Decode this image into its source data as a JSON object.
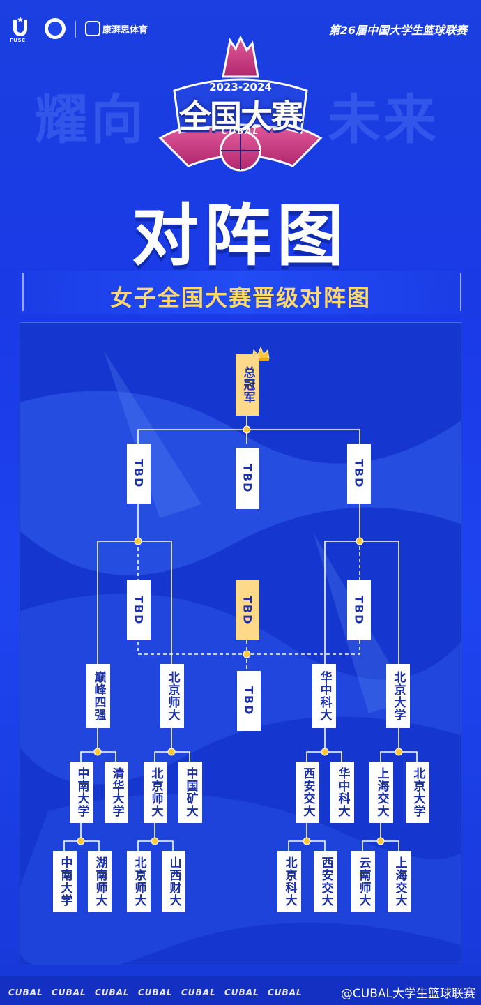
{
  "header": {
    "fusc_label": "FUSC",
    "sponsor": "康湃思体育",
    "league": "第26届中国大学生篮球联赛"
  },
  "slogan": {
    "left": "耀向",
    "right": "未来"
  },
  "emblem": {
    "year": "2023-2024",
    "main": "全国大赛",
    "sub": "CUBAL"
  },
  "title": "对阵图",
  "subtitle": "女子全国大赛晋级对阵图",
  "bracket": {
    "champion": "总冠军",
    "final": {
      "left": "TBD",
      "center": "TBD",
      "right": "TBD"
    },
    "semis": {
      "left": "TBD",
      "center": "TBD",
      "right": "TBD"
    },
    "third_place": "TBD",
    "quarter": [
      "巅峰四强",
      "北京师大",
      "华中科大",
      "北京大学"
    ],
    "round16": [
      "中南大学",
      "清华大学",
      "北京师大",
      "中国矿大",
      "西安交大",
      "华中科大",
      "上海交大",
      "北京大学"
    ],
    "round32": [
      "中南大学",
      "湖南师大",
      "北京师大",
      "山西财大",
      "北京科大",
      "西安交大",
      "云南师大",
      "上海交大"
    ]
  },
  "footer": {
    "items": [
      "CUBAL",
      "CUBAL",
      "CUBAL",
      "CUBAL",
      "CUBAL",
      "CUBAL",
      "CUBAL"
    ],
    "watermark": "@CUBAL大学生篮球联赛"
  },
  "colors": {
    "line": "#ffffff",
    "node": "#ffc83a",
    "gold": "#ffd98a",
    "text": "#1a2fa8",
    "accent": "#ffd86a"
  }
}
